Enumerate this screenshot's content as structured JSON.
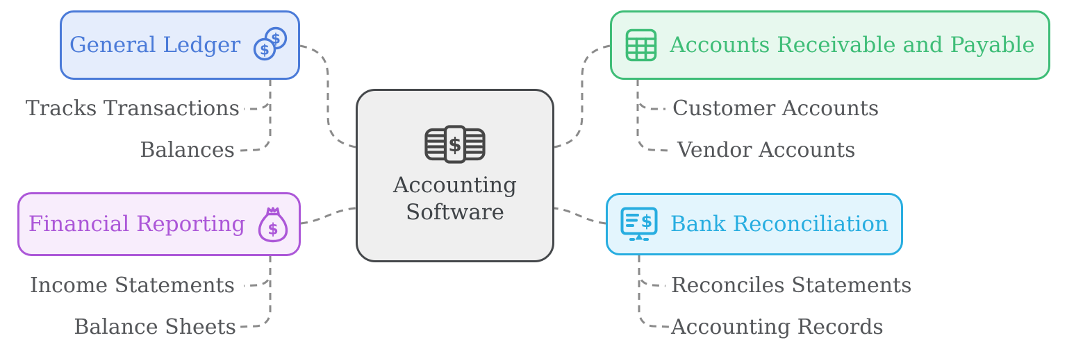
{
  "center_node": {
    "icon": "money-stack-icon",
    "label_line1": "Accounting",
    "label_line2": "Software"
  },
  "branches": {
    "general_ledger": {
      "label": "General Ledger",
      "icon": "coins-icon",
      "accent": "#4a7ad8",
      "fill": "#e5edfc",
      "children": {
        "c1": {
          "label": "Tracks Transactions"
        },
        "c2": {
          "label": "Balances"
        }
      }
    },
    "accounts_receivable_payable": {
      "label": "Accounts Receivable and Payable",
      "icon": "table-grid-icon",
      "accent": "#3ebd77",
      "fill": "#e7f8ee",
      "children": {
        "c1": {
          "label": "Customer Accounts"
        },
        "c2": {
          "label": "Vendor Accounts"
        }
      }
    },
    "financial_reporting": {
      "label": "Financial Reporting",
      "icon": "money-bag-icon",
      "accent": "#ac57d8",
      "fill": "#f8edfc",
      "children": {
        "c1": {
          "label": "Income Statements"
        },
        "c2": {
          "label": "Balance Sheets"
        }
      }
    },
    "bank_reconciliation": {
      "label": "Bank Reconciliation",
      "icon": "bank-monitor-icon",
      "accent": "#27ade0",
      "fill": "#e3f5fd",
      "children": {
        "c1": {
          "label": "Reconciles Statements"
        },
        "c2": {
          "label": "Accounting Records"
        }
      }
    }
  },
  "style": {
    "connector_color": "#8a8a8a",
    "center_border": "#45484b",
    "center_fill": "#efefef",
    "subtext_color": "#545659"
  }
}
